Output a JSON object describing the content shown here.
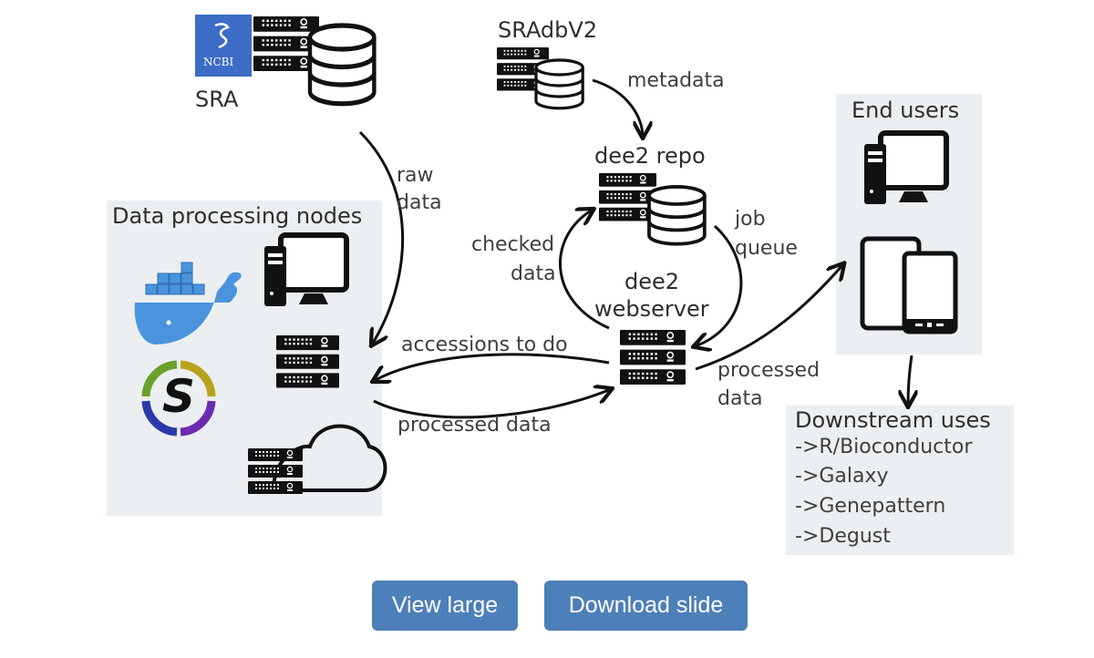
{
  "figure": {
    "nodes": {
      "sra": {
        "logo_text": "NCBI",
        "label": "SRA"
      },
      "sradb": {
        "label": "SRAdbV2"
      },
      "repo": {
        "label": "dee2 repo"
      },
      "webserver": {
        "label_line1": "dee2",
        "label_line2": "webserver"
      },
      "processing": {
        "title": "Data processing nodes"
      },
      "end_users": {
        "title": "End users"
      },
      "downstream": {
        "title": "Downstream uses",
        "items": [
          "->R/Bioconductor",
          "->Galaxy",
          "->Genepattern",
          "->Degust"
        ]
      }
    },
    "edges": {
      "raw_data": {
        "line1": "raw",
        "line2": "data"
      },
      "metadata": "metadata",
      "checked_data": {
        "line1": "checked",
        "line2": "data"
      },
      "job_queue": {
        "line1": "job",
        "line2": "queue"
      },
      "accessions": "accessions to do",
      "processed_left": "processed data",
      "processed_right": {
        "line1": "processed",
        "line2": "data"
      }
    },
    "colors": {
      "ncbi_blue": "#3d6cc6",
      "docker_blue": "#4a94dd",
      "panel_bg": "#eceff1"
    }
  },
  "buttons": {
    "view_large": "View large",
    "download_slide": "Download slide"
  }
}
